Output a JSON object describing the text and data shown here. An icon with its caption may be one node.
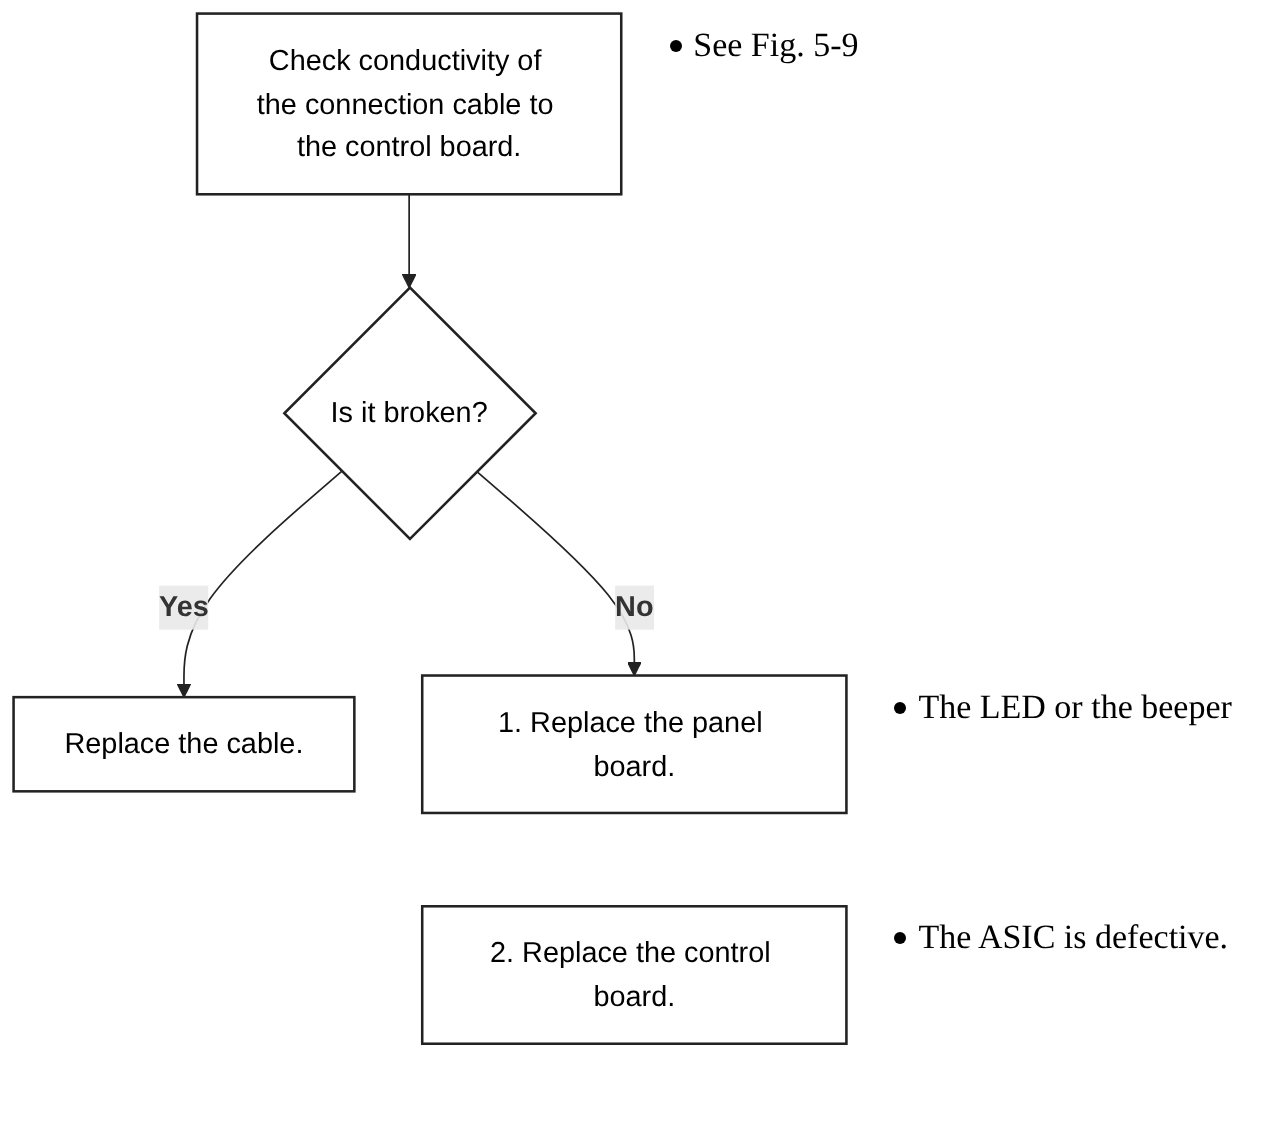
{
  "diagram": {
    "nodes": [
      {
        "text": [
          "Check conductivity of the connection cable to the control board."
        ],
        "beside": [
          "See Fig. 5-9"
        ]
      },
      {
        "text": [
          "Is it broken?"
        ]
      },
      {
        "text": [
          "Replace the cable."
        ]
      },
      {
        "text": [
          "1. Replace the panel board."
        ],
        "beside": [
          "The LED or the beeper"
        ]
      },
      {
        "text": [
          "2. Replace the control board."
        ],
        "beside": [
          "The ASIC is defective."
        ]
      }
    ],
    "edges": [
      {
        "from": 0,
        "to": 1,
        "arrow": "to"
      },
      {
        "from": 1,
        "to": 2,
        "arrow": "to",
        "label": "Yes"
      },
      {
        "from": 1,
        "to": 3,
        "arrow": "to",
        "label": "No"
      }
    ]
  }
}
